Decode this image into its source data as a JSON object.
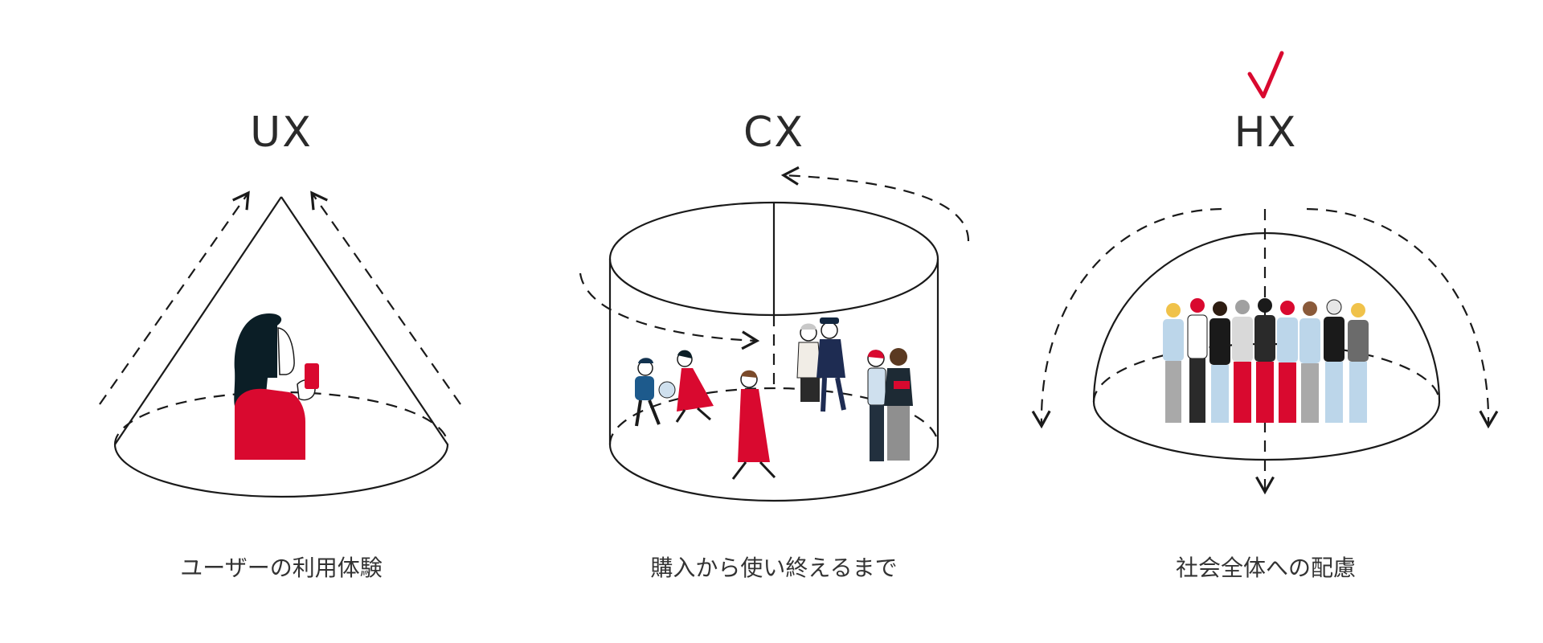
{
  "colors": {
    "accent": "#d9092f",
    "line": "#1a1a1a",
    "text": "#2b2b2b"
  },
  "panels": [
    {
      "title": "UX",
      "caption": "ユーザーの利用体験",
      "shape": "cone",
      "illustration": "woman-with-phone"
    },
    {
      "title": "CX",
      "caption": "購入から使い終えるまで",
      "shape": "cylinder",
      "illustration": "people-walking"
    },
    {
      "title": "HX",
      "caption": "社会全体への配慮",
      "shape": "dome",
      "illustration": "crowd",
      "selected": true
    }
  ],
  "selected_marker_icon": "check-icon"
}
